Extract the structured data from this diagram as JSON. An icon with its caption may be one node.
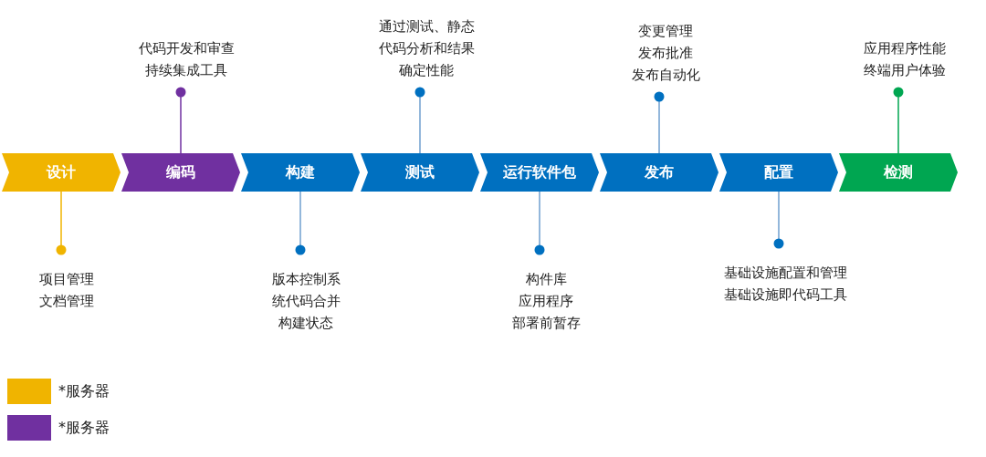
{
  "diagram": {
    "nodes": [
      {
        "text": [
          "设计"
        ]
      },
      {
        "text": [
          "编码"
        ]
      },
      {
        "text": [
          "构建"
        ]
      },
      {
        "text": [
          "测试"
        ]
      },
      {
        "text": [
          "运行软件包"
        ]
      },
      {
        "text": [
          "发布"
        ]
      },
      {
        "text": [
          "配置"
        ]
      },
      {
        "text": [
          "检测"
        ]
      },
      {
        "text": [
          "代码开发和审查",
          "持续集成工具"
        ]
      },
      {
        "text": [
          "通过测试、静态代码分析和结果确定性能"
        ]
      },
      {
        "text": [
          "变更管理",
          "发布批准",
          "发布自动化"
        ]
      },
      {
        "text": [
          "应用程序性能",
          "终端用户体验"
        ]
      },
      {
        "text": [
          "项目管理",
          "文档管理"
        ]
      },
      {
        "text": [
          "版本控制系统代码合并",
          "构建状态"
        ]
      },
      {
        "text": [
          "构件库",
          "应用程序",
          "部署前暂存"
        ]
      },
      {
        "text": [
          "基础设施配置和管理",
          "基础设施即代码工具"
        ]
      }
    ],
    "edges": [
      {
        "from": 1,
        "to": 8,
        "arrow": "other",
        "color": "#7030a0"
      },
      {
        "from": 3,
        "to": 9,
        "arrow": "other"
      },
      {
        "from": 5,
        "to": 10,
        "arrow": "other"
      },
      {
        "from": 7,
        "to": 11,
        "arrow": "other",
        "color": "#00a651"
      },
      {
        "from": 0,
        "to": 12,
        "arrow": "other",
        "color": "#f0b400"
      },
      {
        "from": 2,
        "to": 13,
        "arrow": "other"
      },
      {
        "from": 4,
        "to": 14,
        "arrow": "other"
      },
      {
        "from": 6,
        "to": 15,
        "arrow": "other"
      }
    ],
    "legend": [
      {
        "text": "*服务器",
        "color": "#f0b400"
      },
      {
        "text": "*服务器",
        "color": "#7030a0"
      }
    ]
  }
}
